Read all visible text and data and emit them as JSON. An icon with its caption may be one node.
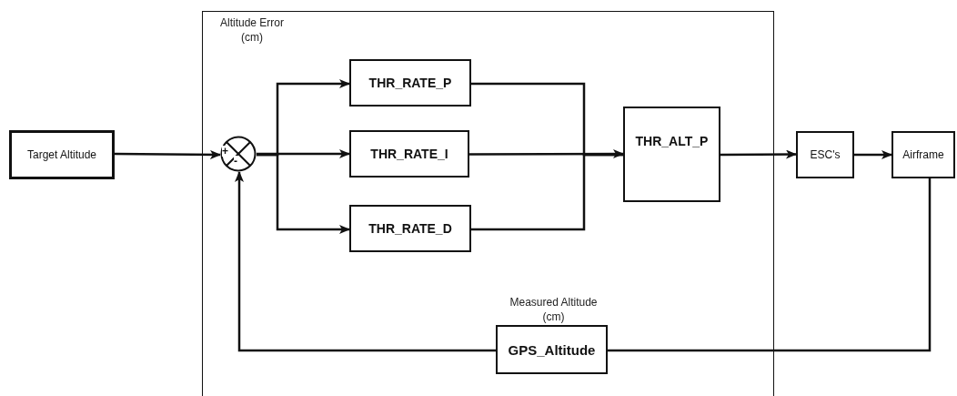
{
  "diagram": {
    "nodes": [
      {
        "text": [],
        "shape": "box"
      },
      {
        "text": [
          "Target Altitude"
        ]
      },
      {
        "text": [
          "+",
          "-"
        ],
        "in": 0
      },
      {
        "text": [
          "THR_RATE_P"
        ],
        "in": 0
      },
      {
        "text": [
          "THR_RATE_I"
        ],
        "in": 0
      },
      {
        "text": [
          "THR_RATE_D"
        ],
        "in": 0
      },
      {
        "text": [
          "THR_ALT_P"
        ],
        "in": 0
      },
      {
        "text": [
          "ESC's"
        ]
      },
      {
        "text": [
          "Airframe"
        ]
      },
      {
        "text": [
          "GPS_Altitude"
        ],
        "beside": [
          "Measured Altitude (cm)"
        ],
        "in": 0
      }
    ],
    "edges": [
      {
        "from": 1,
        "to": 2,
        "arrow": "to"
      },
      {
        "from": 2,
        "to": 3,
        "arrow": "to"
      },
      {
        "from": 2,
        "to": 4,
        "arrow": "to"
      },
      {
        "from": 2,
        "to": 5,
        "arrow": "to"
      },
      {
        "from": 3,
        "to": 6,
        "arrow": "none"
      },
      {
        "from": 4,
        "to": 6,
        "arrow": "to"
      },
      {
        "from": 5,
        "to": 6,
        "arrow": "none"
      },
      {
        "from": 6,
        "to": 7,
        "arrow": "to"
      },
      {
        "from": 7,
        "to": 8,
        "arrow": "to"
      },
      {
        "from": 8,
        "to": 9,
        "arrow": "none"
      },
      {
        "from": 9,
        "to": 2,
        "arrow": "to"
      }
    ],
    "labels": [
      "Altitude Error (cm)"
    ]
  }
}
